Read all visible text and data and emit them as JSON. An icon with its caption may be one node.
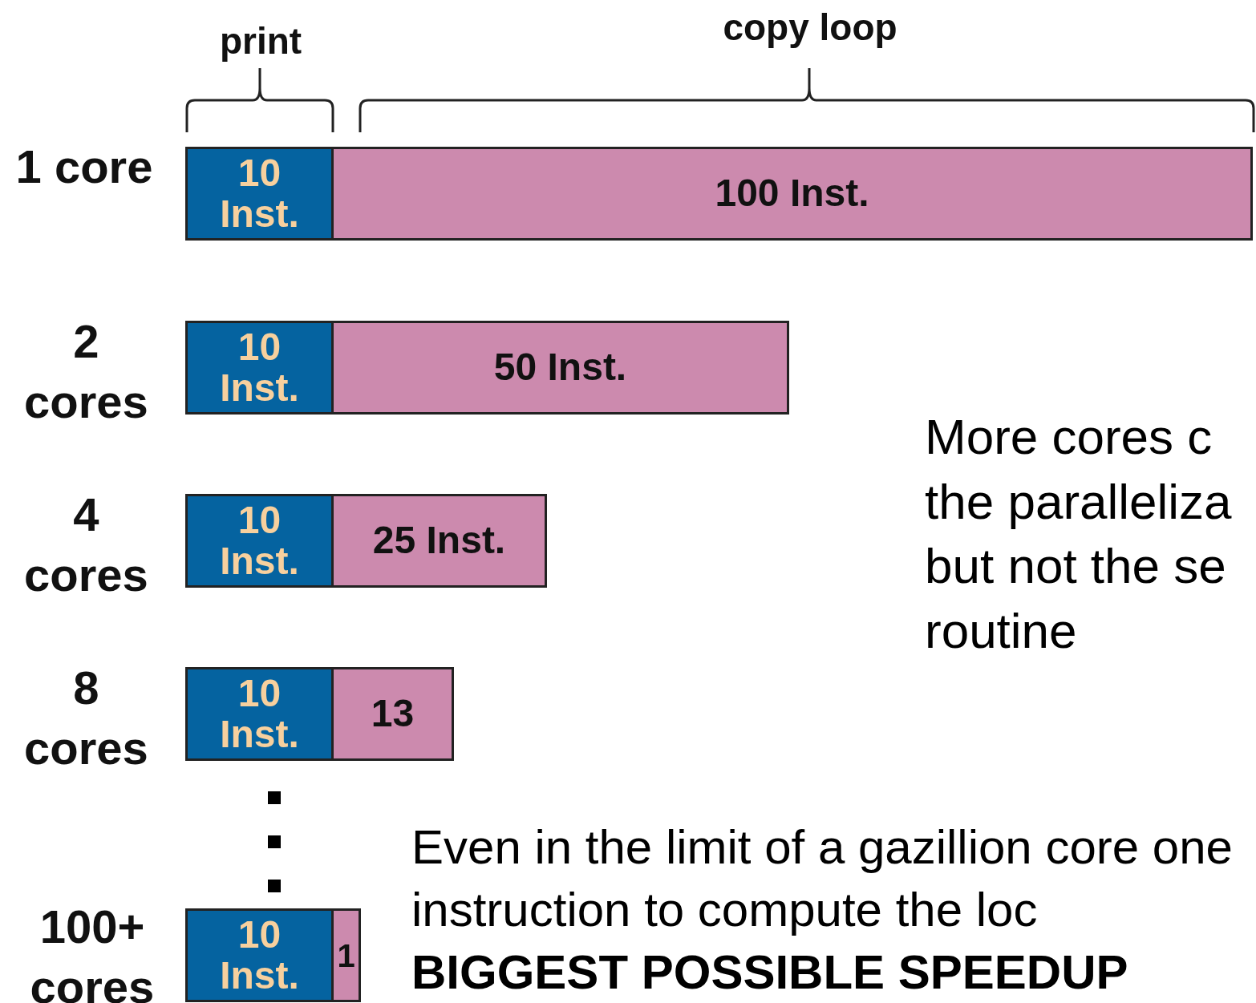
{
  "diagram": {
    "nodes": [
      {
        "text": [
          "10 Inst."
        ]
      },
      {
        "text": [
          "100 Inst."
        ]
      },
      {
        "text": [
          "10 Inst."
        ]
      },
      {
        "text": [
          "50 Inst."
        ]
      },
      {
        "text": [
          "10 Inst."
        ]
      },
      {
        "text": [
          "25 Inst."
        ]
      },
      {
        "text": [
          "10 Inst."
        ]
      },
      {
        "text": [
          "13"
        ]
      },
      {
        "text": [
          "10 Inst."
        ]
      },
      {
        "text": [
          "1"
        ]
      }
    ],
    "edges": [],
    "labels": [
      "print",
      "copy loop",
      "1 core",
      "2 cores",
      "4 cores",
      "8 cores",
      "100+ cores",
      "More cores c the paralleliza but not the se routine",
      "Even in the limit of a gazillion core one instruction to compute the loc **BIGGEST POSSIBLE SPEEDUP**"
    ]
  }
}
